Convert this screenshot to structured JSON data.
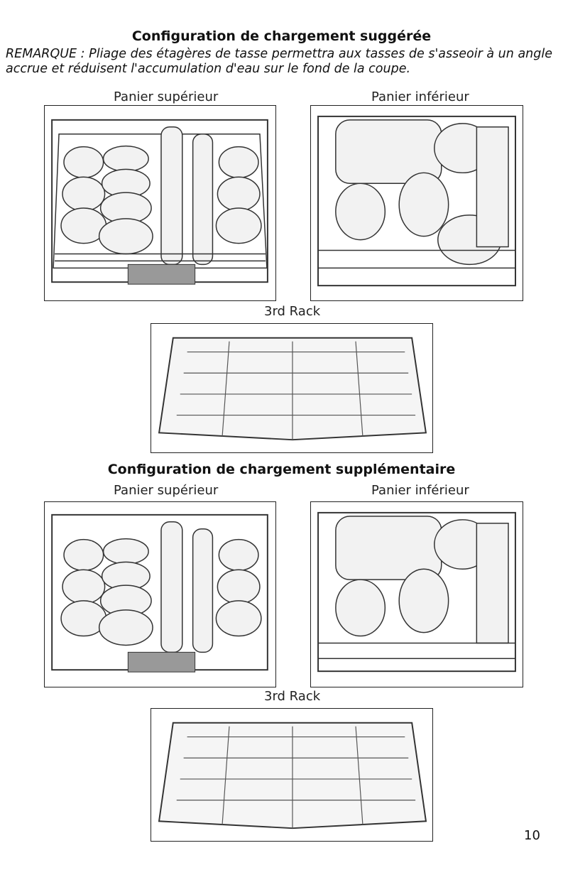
{
  "page": {
    "suggested": {
      "heading": "Configuration de chargement suggérée",
      "note": "REMARQUE : Pliage des étagères de tasse permettra aux tasses de s'asseoir à un angle accrue et réduisent l'accumulation d'eau sur le fond de la coupe.",
      "upper_label": "Panier supérieur",
      "lower_label": "Panier inférieur",
      "third_label": "3rd Rack"
    },
    "additional": {
      "heading": "Configuration de chargement supplémentaire",
      "upper_label": "Panier supérieur",
      "lower_label": "Panier inférieur",
      "third_label": "3rd Rack"
    },
    "page_number": "10"
  }
}
